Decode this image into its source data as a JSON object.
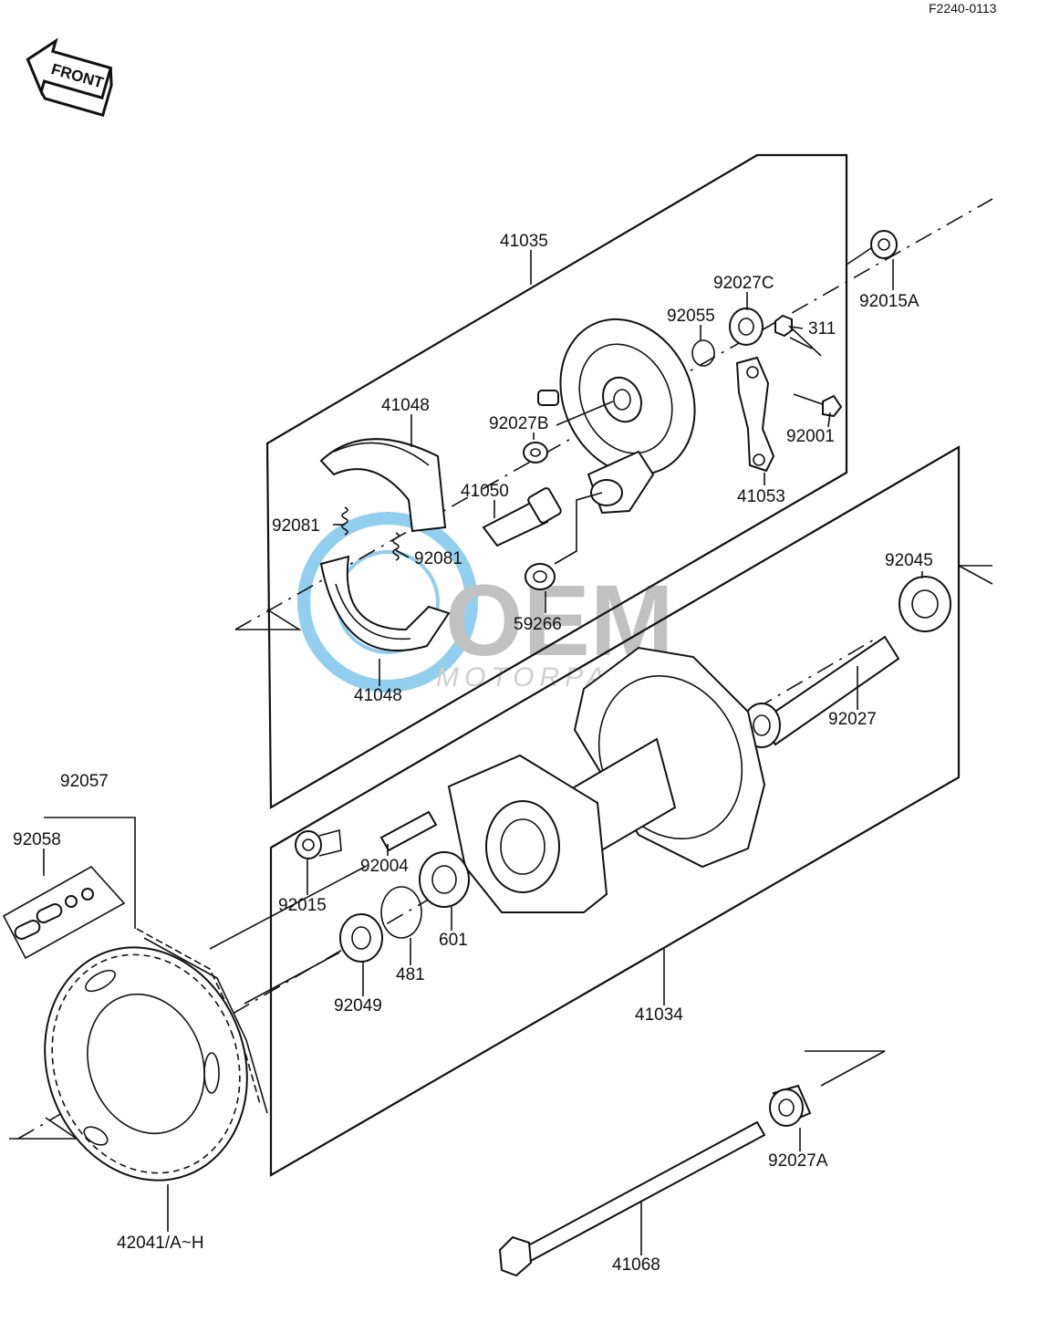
{
  "header": {
    "drawing_code": "F2240-0113",
    "front_badge": "FRONT"
  },
  "watermark": {
    "brand": "OEM",
    "sub": "MOTORPARTS",
    "color": "#3aa7e0"
  },
  "parts": [
    {
      "id": "p41035",
      "label": "41035"
    },
    {
      "id": "p92015A",
      "label": "92015A"
    },
    {
      "id": "p92027C",
      "label": "92027C"
    },
    {
      "id": "p92055",
      "label": "92055"
    },
    {
      "id": "p311",
      "label": "311"
    },
    {
      "id": "p41048a",
      "label": "41048"
    },
    {
      "id": "p92027B",
      "label": "92027B"
    },
    {
      "id": "p92001",
      "label": "92001"
    },
    {
      "id": "p41050",
      "label": "41050"
    },
    {
      "id": "p41053",
      "label": "41053"
    },
    {
      "id": "p92081a",
      "label": "92081"
    },
    {
      "id": "p92081b",
      "label": "92081"
    },
    {
      "id": "p59266",
      "label": "59266"
    },
    {
      "id": "p92045",
      "label": "92045"
    },
    {
      "id": "p41048b",
      "label": "41048"
    },
    {
      "id": "p92027",
      "label": "92027"
    },
    {
      "id": "p92057",
      "label": "92057"
    },
    {
      "id": "p92058",
      "label": "92058"
    },
    {
      "id": "p92004",
      "label": "92004"
    },
    {
      "id": "p92015",
      "label": "92015"
    },
    {
      "id": "p601",
      "label": "601"
    },
    {
      "id": "p481",
      "label": "481"
    },
    {
      "id": "p92049",
      "label": "92049"
    },
    {
      "id": "p41034",
      "label": "41034"
    },
    {
      "id": "p92027A",
      "label": "92027A"
    },
    {
      "id": "p42041",
      "label": "42041/A~H"
    },
    {
      "id": "p41068",
      "label": "41068"
    }
  ]
}
